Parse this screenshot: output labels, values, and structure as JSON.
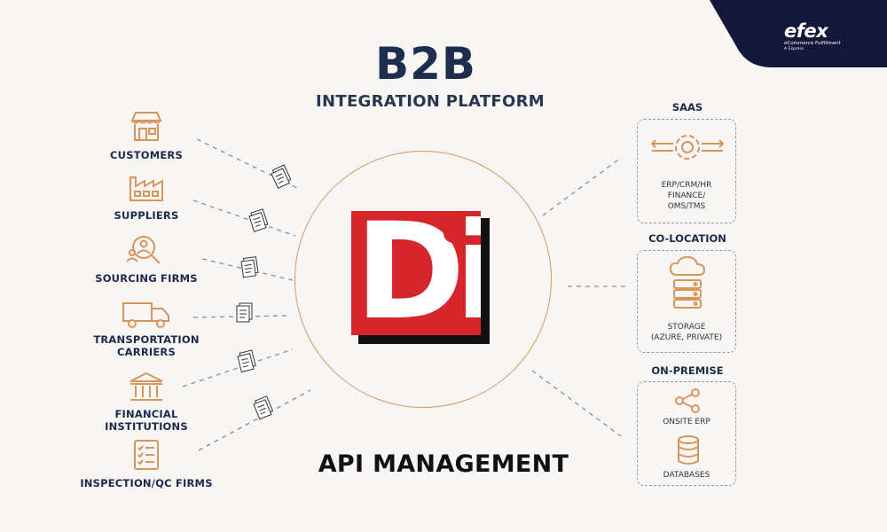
{
  "brand": {
    "name": "efex",
    "tagline": "eCommerce Fulfillment",
    "sub": "A Express"
  },
  "title": {
    "main": "B2B",
    "sub": "INTEGRATION PLATFORM",
    "bottom": "API MANAGEMENT"
  },
  "center": {
    "logo_text": "Di"
  },
  "stakeholders": [
    {
      "label": "CUSTOMERS",
      "icon": "storefront-icon"
    },
    {
      "label": "SUPPLIERS",
      "icon": "factory-icon"
    },
    {
      "label": "SOURCING FIRMS",
      "icon": "magnifier-people-icon"
    },
    {
      "label": "TRANSPORTATION\nCARRIERS",
      "icon": "truck-icon"
    },
    {
      "label": "FINANCIAL\nINSTITUTIONS",
      "icon": "bank-icon"
    },
    {
      "label": "INSPECTION/QC FIRMS",
      "icon": "checklist-icon"
    }
  ],
  "deployments": [
    {
      "title": "SAAS",
      "text": "ERP/CRM/HR\nFINANCE/\nOMS/TMS",
      "icon": "gear-arrows-icon"
    },
    {
      "title": "CO-LOCATION",
      "text": "STORAGE\n(AZURE, PRIVATE)",
      "icon": "cloud-server-icon"
    },
    {
      "title": "ON-PREMISE",
      "items": [
        "ONSITE ERP",
        "DATABASES"
      ],
      "icons": [
        "share-icon",
        "database-icon"
      ]
    }
  ],
  "colors": {
    "accent_orange": "#d8955a",
    "navy": "#1c2a4a",
    "logo_red": "#d7252c",
    "brand_navy": "#13173a"
  }
}
